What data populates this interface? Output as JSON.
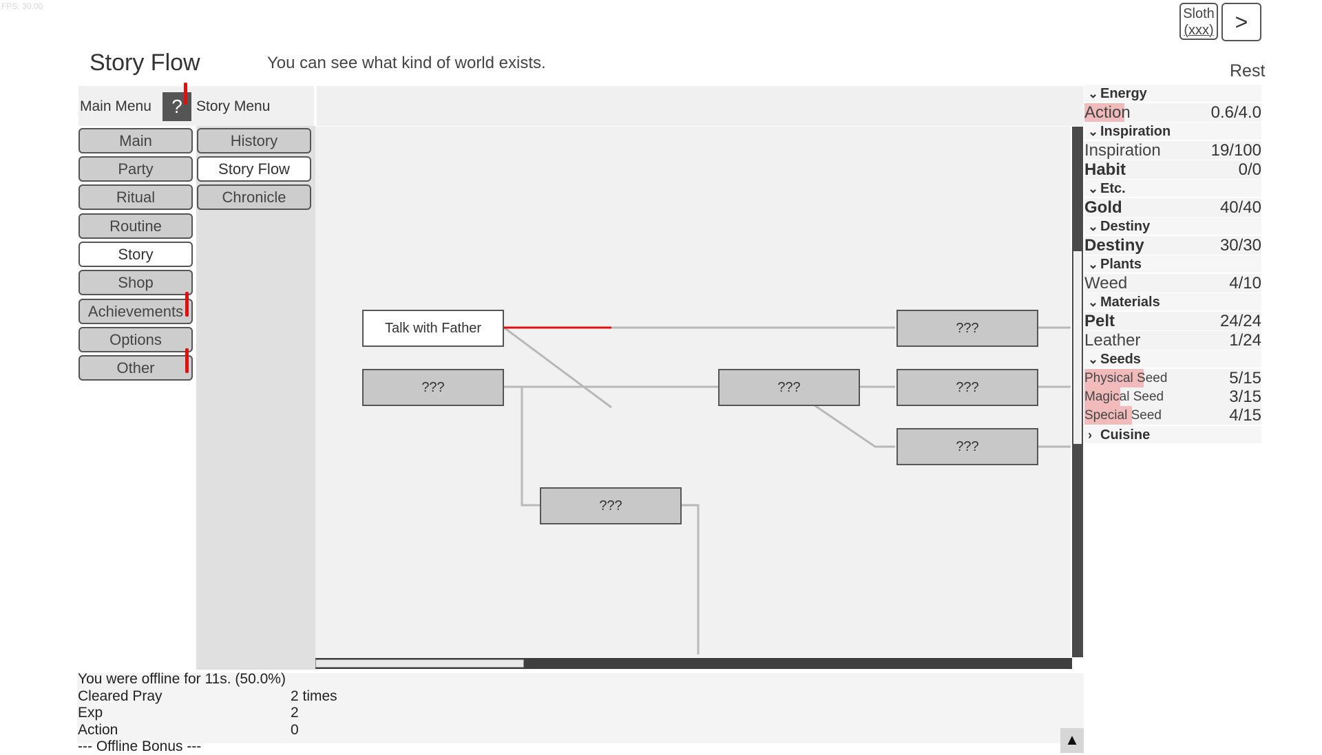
{
  "fps": "FPS: 30.00",
  "topbar": {
    "sloth_line1": "Sloth",
    "sloth_line2": "(xxx)",
    "next_label": ">",
    "rest_label": "Rest"
  },
  "page": {
    "title": "Story Flow",
    "description": "You can see what kind of world exists."
  },
  "main_menu": {
    "label": "Main Menu",
    "help_label": "?",
    "items": [
      {
        "label": "Main",
        "active": false
      },
      {
        "label": "Party",
        "active": false
      },
      {
        "label": "Ritual",
        "active": false
      },
      {
        "label": "Routine",
        "active": false
      },
      {
        "label": "Story",
        "active": true
      },
      {
        "label": "Shop",
        "active": false
      },
      {
        "label": "Achievements",
        "active": false,
        "alert": true
      },
      {
        "label": "Options",
        "active": false
      },
      {
        "label": "Other",
        "active": false,
        "alert": true
      }
    ]
  },
  "story_menu": {
    "label": "Story Menu",
    "items": [
      {
        "label": "History",
        "active": false
      },
      {
        "label": "Story Flow",
        "active": true
      },
      {
        "label": "Chronicle",
        "active": false
      }
    ]
  },
  "story_graph": {
    "nodes": [
      {
        "label": "Talk with Father",
        "unlocked": true
      },
      {
        "label": "???",
        "unlocked": false
      },
      {
        "label": "???",
        "unlocked": false
      },
      {
        "label": "???",
        "unlocked": false
      },
      {
        "label": "???",
        "unlocked": false
      },
      {
        "label": "???",
        "unlocked": false
      },
      {
        "label": "???",
        "unlocked": false
      }
    ],
    "active_edge_color": "#e01010",
    "edge_color": "#b0b0b0"
  },
  "log": {
    "lines": [
      {
        "label": "You were offline for 11s. (50.0%)",
        "value": ""
      },
      {
        "label": "Cleared Pray",
        "value": "2 times"
      },
      {
        "label": "Exp",
        "value": "2"
      },
      {
        "label": "Action",
        "value": "0"
      },
      {
        "label": "--- Offline Bonus ---",
        "value": ""
      }
    ],
    "toggle_label": "▲"
  },
  "resources": {
    "energy": {
      "title": "Energy",
      "expanded": true,
      "rows": [
        {
          "name": "Action",
          "value": "0.6/4.0",
          "fill": 0.15
        }
      ]
    },
    "inspiration": {
      "title": "Inspiration",
      "expanded": true,
      "rows": [
        {
          "name": "Inspiration",
          "value": "19/100"
        },
        {
          "name": "Habit",
          "value": "0/0"
        }
      ]
    },
    "etc": {
      "title": "Etc.",
      "expanded": true,
      "rows": [
        {
          "name": "Gold",
          "value": "40/40"
        }
      ]
    },
    "destiny": {
      "title": "Destiny",
      "expanded": true,
      "rows": [
        {
          "name": "Destiny",
          "value": "30/30"
        }
      ]
    },
    "plants": {
      "title": "Plants",
      "expanded": true,
      "rows": [
        {
          "name": "Weed",
          "value": "4/10"
        }
      ]
    },
    "materials": {
      "title": "Materials",
      "expanded": true,
      "rows": [
        {
          "name": "Pelt",
          "value": "24/24"
        },
        {
          "name": "Leather",
          "value": "1/24"
        }
      ]
    },
    "seeds": {
      "title": "Seeds",
      "expanded": true,
      "rows": [
        {
          "name": "Physical Seed",
          "value": "5/15",
          "fill": 0.333
        },
        {
          "name": "Magical Seed",
          "value": "3/15",
          "fill": 0.2
        },
        {
          "name": "Special Seed",
          "value": "4/15",
          "fill": 0.267
        }
      ]
    },
    "cuisine": {
      "title": "Cuisine",
      "expanded": false
    }
  }
}
